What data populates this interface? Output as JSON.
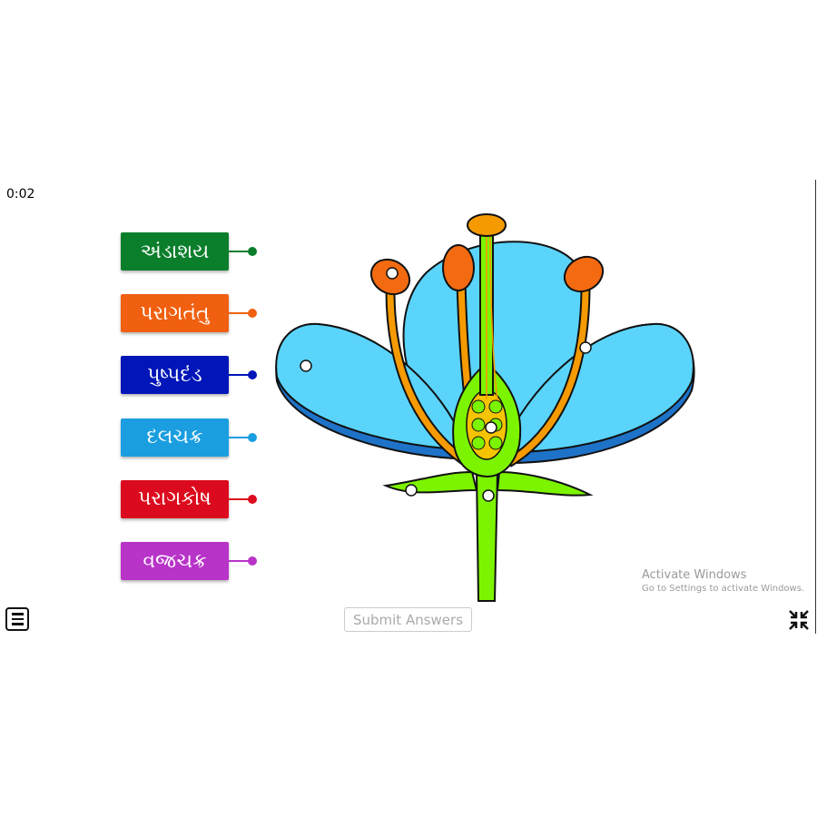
{
  "timer": "0:02",
  "labels": [
    {
      "text": "અંડાશય",
      "color": "#0b7e2c"
    },
    {
      "text": "પરાગતંતુ",
      "color": "#f06010"
    },
    {
      "text": "પુષ્પદંડ",
      "color": "#0016b8"
    },
    {
      "text": "દલચક્ર",
      "color": "#1a9ee0"
    },
    {
      "text": "પરાગકોષ",
      "color": "#dc0a1e"
    },
    {
      "text": "વજ્રચક્ર",
      "color": "#b833c8"
    }
  ],
  "submit_label": "Submit Answers",
  "watermark": {
    "title": "Activate Windows",
    "subtitle": "Go to Settings to activate Windows."
  }
}
